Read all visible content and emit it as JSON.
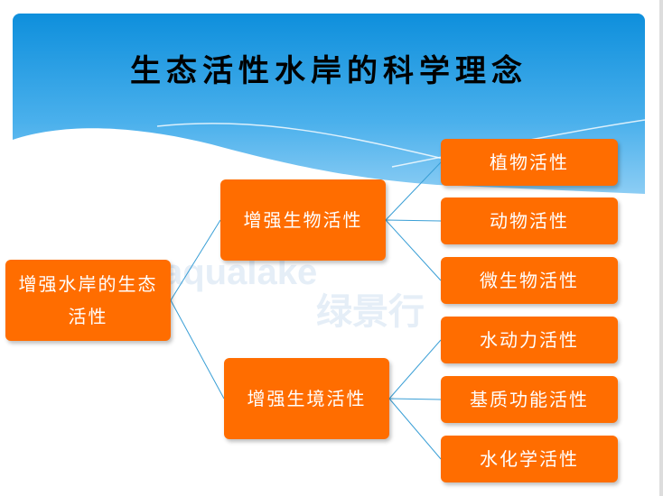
{
  "title": "生态活性水岸的科学理念",
  "watermark": {
    "latin": "aqualake",
    "chinese": "绿景行"
  },
  "diagram": {
    "root": {
      "label": "增强水岸的生态活性"
    },
    "branches": [
      {
        "label": "增强生物活性",
        "children": [
          "植物活性",
          "动物活性",
          "微生物活性"
        ]
      },
      {
        "label": "增强生境活性",
        "children": [
          "水动力活性",
          "基质功能活性",
          "水化学活性"
        ]
      }
    ]
  },
  "colors": {
    "box": "#ff6d00",
    "line": "#3a9fd6",
    "sky": "#0e8fdc"
  }
}
